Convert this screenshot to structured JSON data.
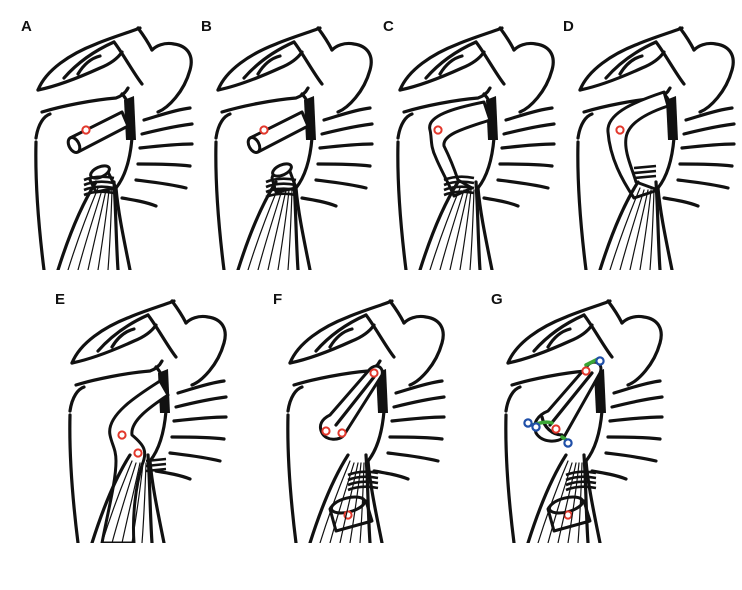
{
  "panels": [
    {
      "id": "A",
      "label": "A"
    },
    {
      "id": "B",
      "label": "B"
    },
    {
      "id": "C",
      "label": "C"
    },
    {
      "id": "D",
      "label": "D"
    },
    {
      "id": "E",
      "label": "E"
    },
    {
      "id": "F",
      "label": "F"
    },
    {
      "id": "G",
      "label": "G"
    }
  ],
  "colors": {
    "ink": "#111111",
    "anchor": "#e2372b",
    "knot": "#1f4fa8",
    "suture": "#3aa635"
  },
  "icons": [
    "shoulder-anatomy-illustration",
    "biceps-tendon",
    "suture-anchor"
  ]
}
